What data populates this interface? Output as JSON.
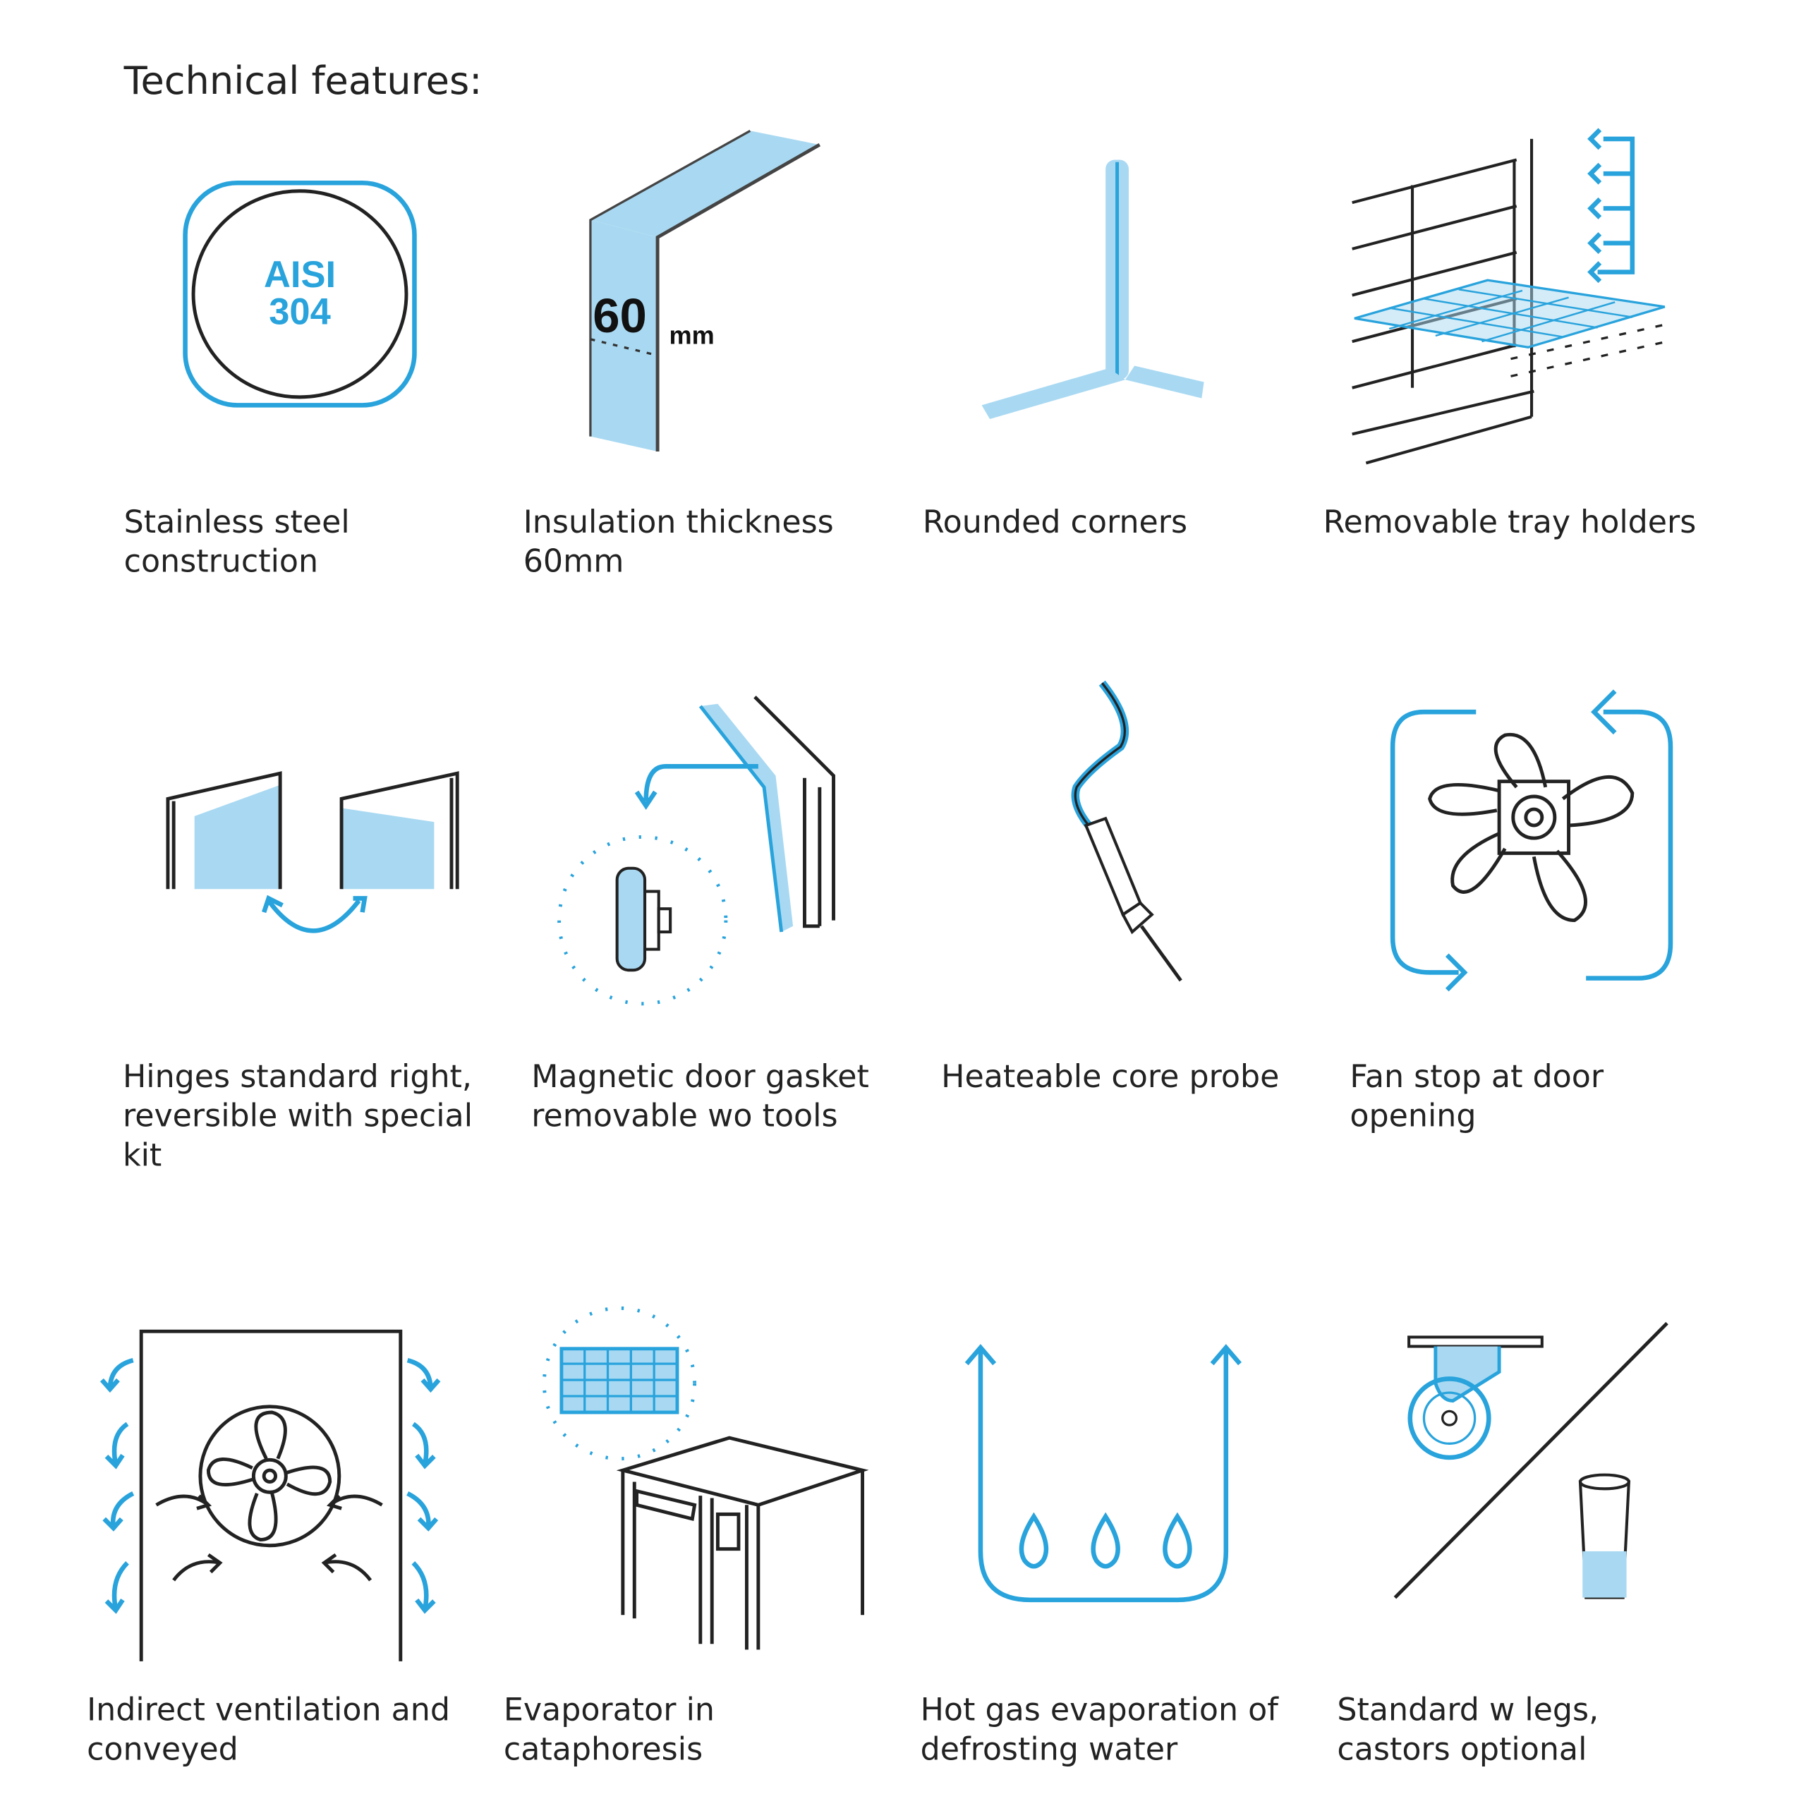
{
  "title": "Technical features:",
  "colors": {
    "accent": "#29a3dc",
    "accent_light": "#a9d9f2",
    "text": "#222222"
  },
  "icons": {
    "aisi_line1": "AISI",
    "aisi_line2": "304",
    "thickness_value": "60",
    "thickness_unit": "mm"
  },
  "features": [
    {
      "label": "Stainless steel construction",
      "icon": "aisi-304-icon"
    },
    {
      "label": "Insulation thickness 60mm",
      "icon": "insulation-icon"
    },
    {
      "label": "Rounded corners",
      "icon": "rounded-corner-icon"
    },
    {
      "label": "Removable tray holders",
      "icon": "tray-holder-icon"
    },
    {
      "label": "Hinges standard right, reversible with special kit",
      "icon": "hinge-icon"
    },
    {
      "label": "Magnetic door gasket removable wo tools",
      "icon": "door-gasket-icon"
    },
    {
      "label": "Heateable core probe",
      "icon": "core-probe-icon"
    },
    {
      "label": "Fan stop at door opening",
      "icon": "fan-stop-icon"
    },
    {
      "label": "Indirect ventilation and conveyed",
      "icon": "ventilation-icon"
    },
    {
      "label": "Evaporator in cataphoresis",
      "icon": "evaporator-icon"
    },
    {
      "label": "Hot gas evaporation of defrosting water",
      "icon": "hot-gas-icon"
    },
    {
      "label": "Standard w legs, castors optional",
      "icon": "legs-castors-icon"
    }
  ]
}
